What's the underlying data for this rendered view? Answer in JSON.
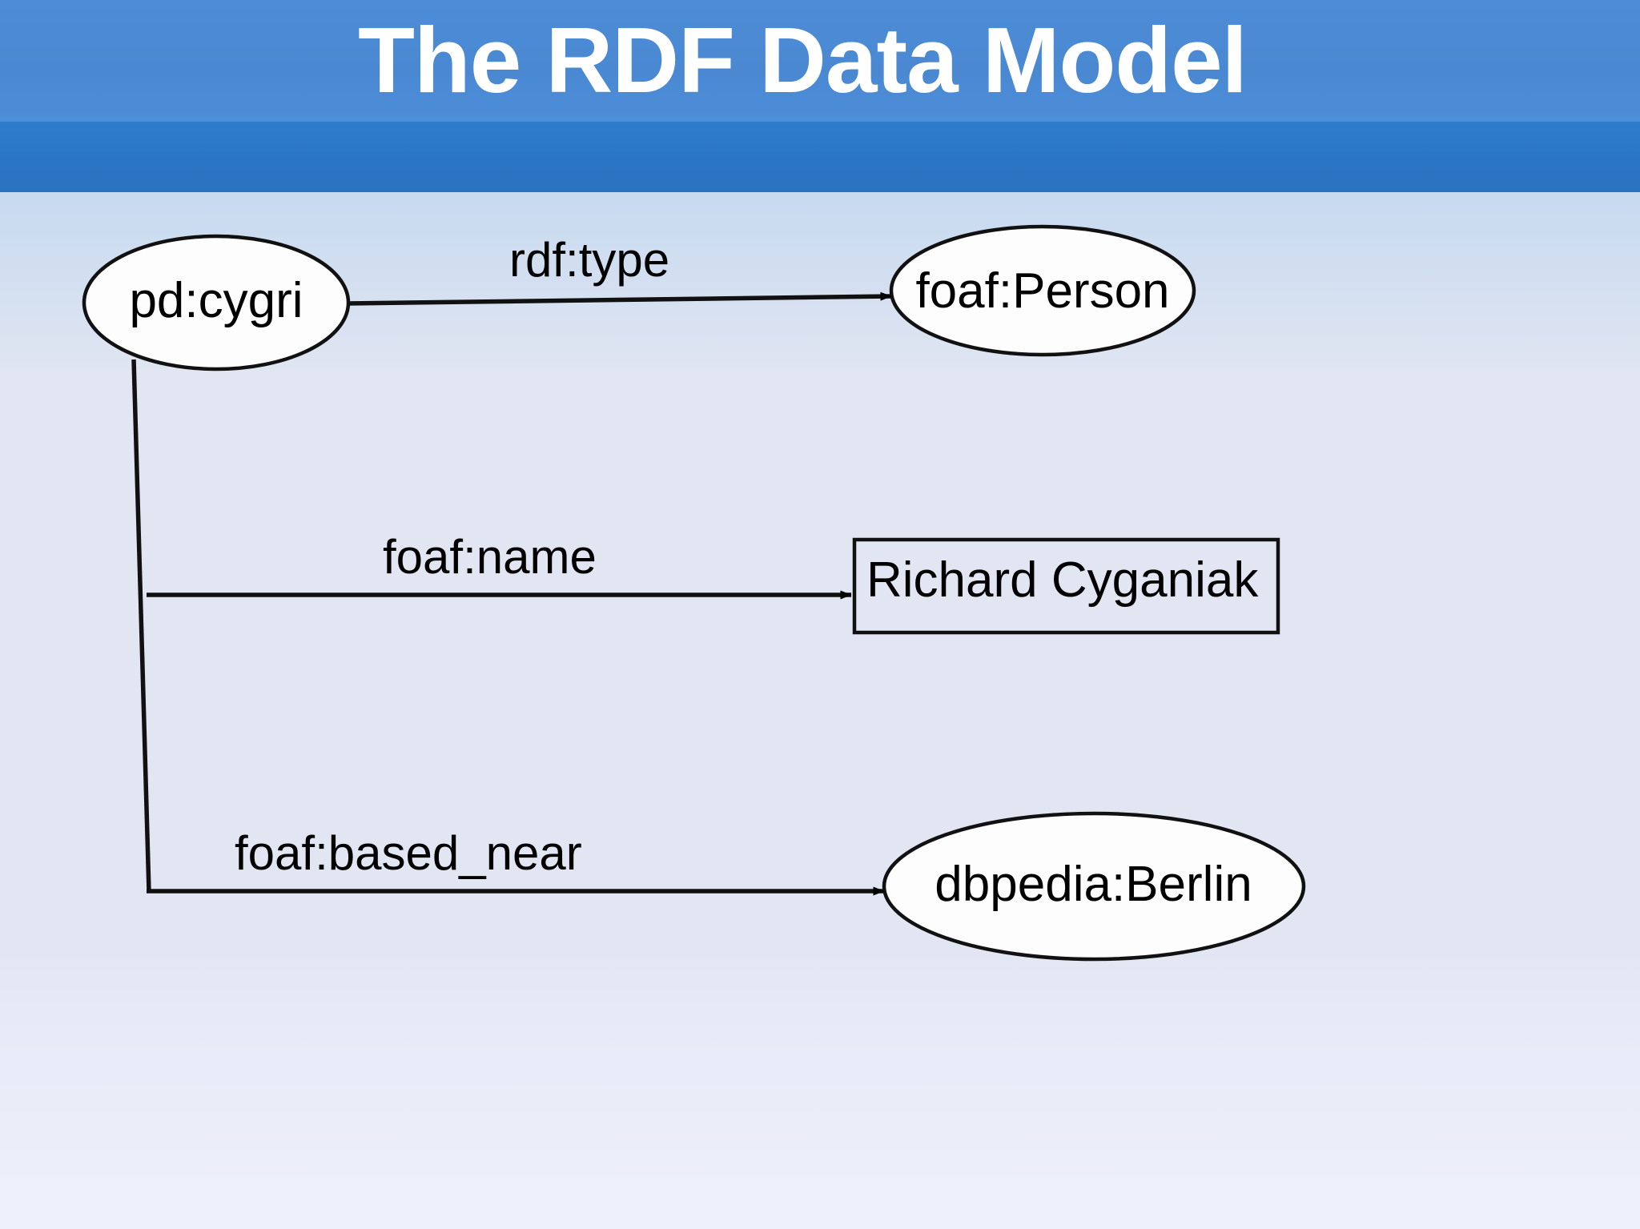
{
  "slide": {
    "title": "The RDF Data Model",
    "colors": {
      "header_blue": "#4a88d2",
      "header_accent_blue": "#2a76c4",
      "background_top": "#a9c7ec",
      "background_bottom": "#eef1fb",
      "node_fill": "#ffffff",
      "stroke": "#000000",
      "title_text": "#ffffff"
    }
  },
  "graph": {
    "type": "rdf-triple-diagram",
    "nodes": [
      {
        "id": "pd-cygri",
        "label": "pd:cygri",
        "shape": "ellipse",
        "role": "subject-resource"
      },
      {
        "id": "foaf-person",
        "label": "foaf:Person",
        "shape": "ellipse",
        "role": "object-resource"
      },
      {
        "id": "richard-cyganiak",
        "label": "Richard Cyganiak",
        "shape": "rectangle",
        "role": "object-literal"
      },
      {
        "id": "dbpedia-berlin",
        "label": "dbpedia:Berlin",
        "shape": "ellipse",
        "role": "object-resource"
      }
    ],
    "edges": [
      {
        "id": "edge-rdf-type",
        "label": "rdf:type",
        "from": "pd-cygri",
        "to": "foaf-person",
        "arrow": "solid-triangle"
      },
      {
        "id": "edge-foaf-name",
        "label": "foaf:name",
        "from": "pd-cygri",
        "to": "richard-cyganiak",
        "arrow": "solid-triangle"
      },
      {
        "id": "edge-foaf-based-near",
        "label": "foaf:based_near",
        "from": "pd-cygri",
        "to": "dbpedia-berlin",
        "arrow": "solid-triangle"
      }
    ]
  }
}
